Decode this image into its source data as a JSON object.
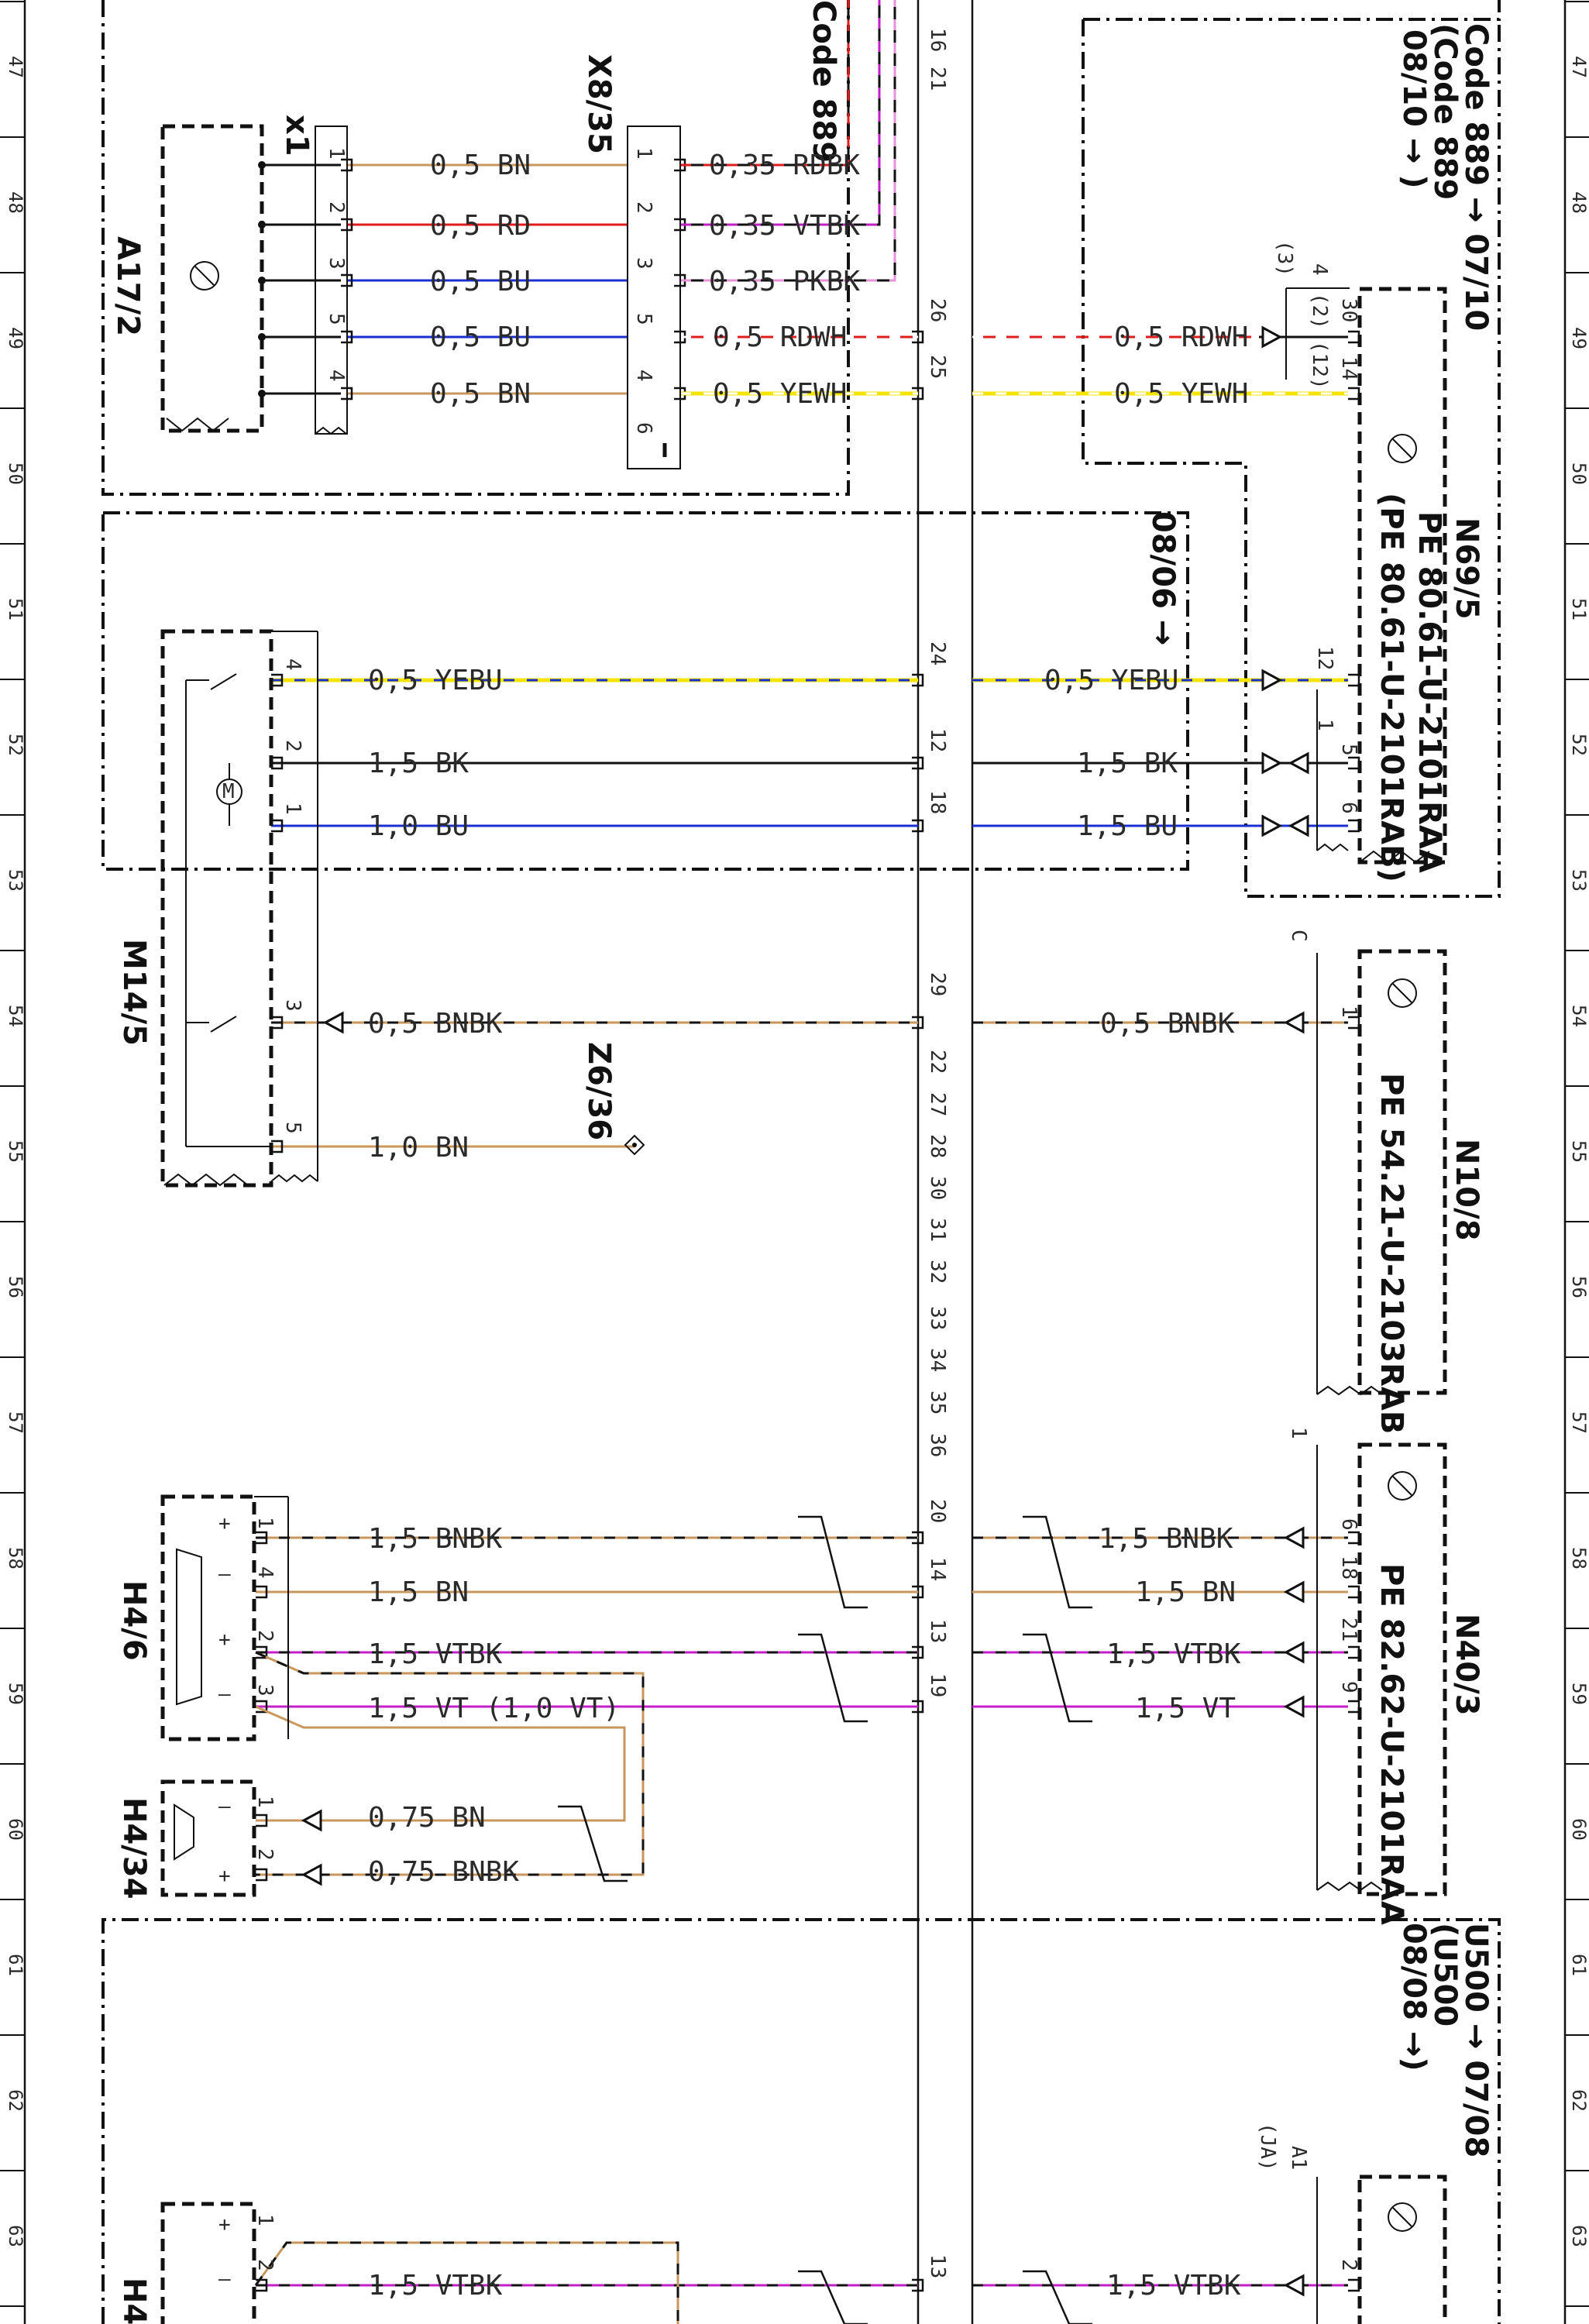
{
  "grid_numbers": [
    "47",
    "48",
    "49",
    "50",
    "51",
    "52",
    "53",
    "54",
    "55",
    "56",
    "57",
    "58",
    "59",
    "60",
    "61",
    "62",
    "63"
  ],
  "components": {
    "a17_2": "A17/2",
    "x1": "x1",
    "x8_35": "X8/35",
    "m14_5": "M14/5",
    "z6_36": "Z6/36",
    "h4_6": "H4/6",
    "h4_34": "H4/34",
    "h4_bottom": "H4",
    "n69_5": "N69/5",
    "n69_5_pe1": "PE 80.61-U-2101RAA",
    "n69_5_pe2": "(PE 80.61-U-2101RAB)",
    "n10_8": "N10/8",
    "n10_8_pe": "PE 54.21-U-2103RAB",
    "n40_3": "N40/3",
    "n40_3_pe": "PE 82.62-U-2101RAA"
  },
  "code_notes": {
    "top_left": "Code 889",
    "top_right_1": "Code 889 → 07/10",
    "top_right_2": "(Code 889",
    "top_right_3": "08/10 → )",
    "mid": "08/06 →",
    "bottom_1": "U500 → 07/08",
    "bottom_2": "(U500",
    "bottom_3": "08/08 →)"
  },
  "wires": {
    "x1_1": "0,5 BN",
    "x1_2": "0,5 RD",
    "x1_3": "0,5 BU",
    "x1_5": "0,5 BU",
    "x1_4": "0,5 BN",
    "x8_1": "0,35 RDBK",
    "x8_2": "0,35 VTBK",
    "x8_3": "0,35 PKBK",
    "x8_5": "0,5 RDWH",
    "x8_4": "0,5 YEWH",
    "n69_rdwh": "0,5 RDWH",
    "n69_yewh": "0,5 YEWH",
    "m14_4": "0,5 YEBU",
    "m14_2": "1,5 BK",
    "m14_1": "1,0 BU",
    "n69_yebu": "0,5 YEBU",
    "n69_bk": "1,5 BK",
    "n69_bu": "1,5 BU",
    "m14_3": "0,5 BNBK",
    "n10_bnbk": "0,5 BNBK",
    "m14_5": "1,0 BN",
    "h46_1": "1,5 BNBK",
    "h46_4": "1,5 BN",
    "h46_2": "1,5 VTBK",
    "h46_3": "1,5 VT (1,0 VT)",
    "n40_bnbk": "1,5 BNBK",
    "n40_bn": "1,5 BN",
    "n40_vtbk": "1,5 VTBK",
    "n40_vt": "1,5 VT",
    "h434_1": "0,75 BN",
    "h434_2": "0,75 BNBK",
    "bottom_left_vtbk": "1,5 VTBK",
    "bottom_right_vtbk": "1,5 VTBK"
  },
  "pins": {
    "x1": [
      "1",
      "2",
      "3",
      "5",
      "4"
    ],
    "x8": [
      "1",
      "2",
      "3",
      "5",
      "4",
      "6"
    ],
    "rail": [
      "16",
      "21",
      "26",
      "25",
      "24",
      "12",
      "18",
      "29",
      "22",
      "27",
      "28",
      "30",
      "31",
      "32",
      "33",
      "34",
      "35",
      "36",
      "20",
      "14",
      "13",
      "19",
      "13"
    ],
    "n69_top": [
      "30",
      "14",
      "4",
      "(3)",
      "(2)",
      "(12)"
    ],
    "n69_bottom": [
      "12",
      "1",
      "5",
      "6"
    ],
    "n10": [
      "C",
      "1"
    ],
    "n40": [
      "1",
      "6",
      "18",
      "21",
      "9"
    ],
    "m14": [
      "4",
      "2",
      "1",
      "3",
      "5"
    ],
    "h46": [
      "1",
      "4",
      "2",
      "3"
    ],
    "h434": [
      "1",
      "2"
    ],
    "bottom": [
      "A1",
      "(JA)",
      "1",
      "2"
    ]
  },
  "colors": {
    "BN": "#c9965c",
    "RD": "#e01c1c",
    "BU": "#1a2fd1",
    "BK": "#111111",
    "YE": "#f5e400",
    "VT": "#c21fc9",
    "PK": "#e890d8",
    "WH": "#ffffff"
  }
}
